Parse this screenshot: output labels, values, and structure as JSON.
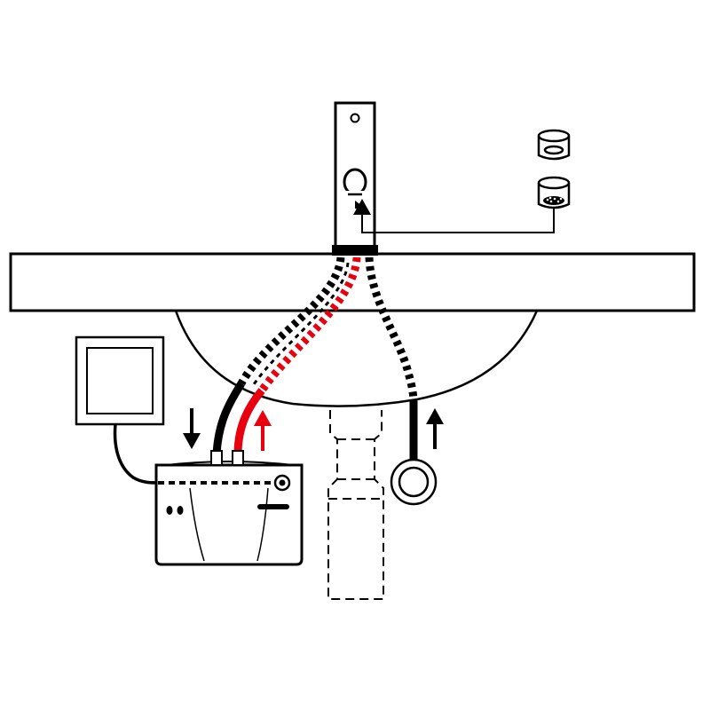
{
  "colors": {
    "line": "#000000",
    "hot": "#e8000f",
    "background": "#ffffff",
    "panel_fill": "#d9d9d9"
  },
  "components": [
    {
      "name": "washbasin-countertop",
      "icon": "countertop-shape"
    },
    {
      "name": "sink-bowl",
      "icon": "bowl-shape"
    },
    {
      "name": "faucet",
      "icon": "faucet-shape"
    },
    {
      "name": "aerator-upper",
      "icon": "aerator-icon"
    },
    {
      "name": "aerator-lower",
      "icon": "aerator-icon"
    },
    {
      "name": "water-heater-unit",
      "icon": "heater-icon"
    },
    {
      "name": "control-panel",
      "icon": "panel-icon"
    },
    {
      "name": "drain-pipe",
      "icon": "dashed-pipe"
    },
    {
      "name": "shutoff-valve",
      "icon": "valve-ring-icon"
    }
  ],
  "flows": [
    {
      "name": "cold-inlet",
      "direction": "down",
      "color_key": "line"
    },
    {
      "name": "hot-outlet",
      "direction": "up",
      "color_key": "hot"
    },
    {
      "name": "supply-inlet",
      "direction": "up",
      "color_key": "line"
    },
    {
      "name": "aerator-callout",
      "direction": "up",
      "color_key": "line"
    }
  ]
}
